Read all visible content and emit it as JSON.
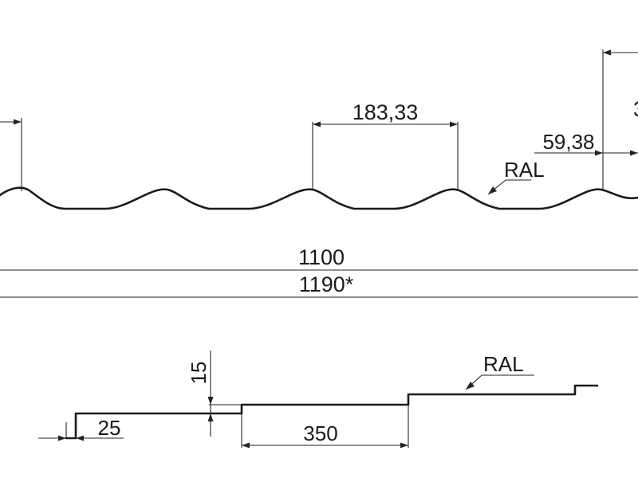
{
  "top_view": {
    "pitch_label": "183,33",
    "step_label": "59,38",
    "partial_label": "3",
    "coating_label": "RAL",
    "effective_width_label": "1100",
    "total_width_label": "1190*"
  },
  "side_view": {
    "step_height_label": "15",
    "overlap_label": "25",
    "wave_length_label": "350",
    "coating_label": "RAL"
  },
  "colors": {
    "line": "#1a1a1a",
    "background": "#ffffff"
  }
}
